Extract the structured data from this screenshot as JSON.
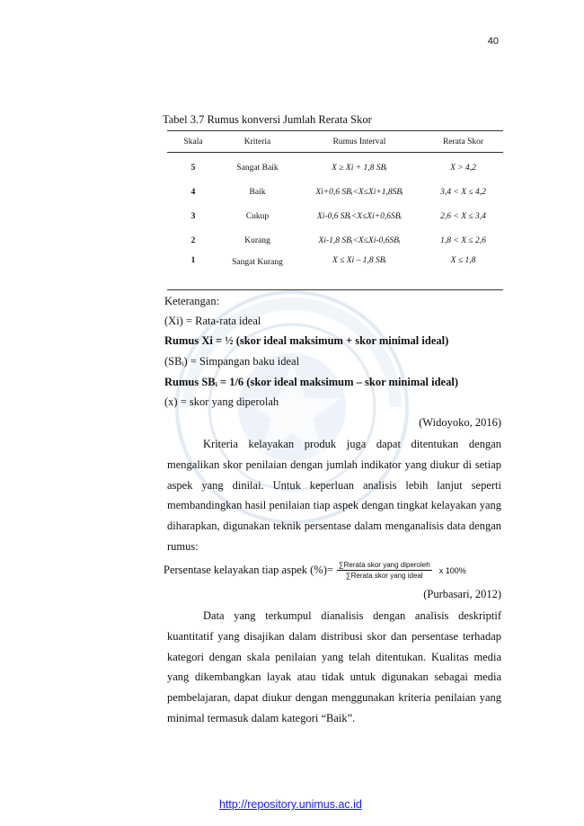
{
  "page_number": "40",
  "table": {
    "caption": "Tabel 3.7 Rumus konversi Jumlah Rerata Skor",
    "headers": [
      "Skala",
      "Kriteria",
      "Rumus Interval",
      "Rerata Skor"
    ],
    "rows": [
      {
        "skala": "5",
        "kriteria": "Sangat Baik",
        "rumus": "X ≥ Xi + 1,8 SBᵢ",
        "rerata": "X > 4,2"
      },
      {
        "skala": "4",
        "kriteria": "Baik",
        "rumus": "Xi+0,6 SBᵢ<X≤Xi+1,8SBᵢ",
        "rerata": "3,4 < X ≤ 4,2"
      },
      {
        "skala": "3",
        "kriteria": "Cukup",
        "rumus": "Xi-0,6 SBᵢ<X≤Xi+0,6SBᵢ",
        "rerata": "2,6 < X ≤ 3,4"
      },
      {
        "skala": "2",
        "kriteria": "Kurang",
        "rumus": "Xi-1,8 SBᵢ<X≤Xi-0,6SBᵢ",
        "rerata": "1,8 < X ≤ 2,6"
      },
      {
        "skala": "1",
        "kriteria": "Sangat Kurang",
        "rumus": "X ≤ Xi – 1,8 SBᵢ",
        "rerata": "X ≤ 1,8"
      }
    ]
  },
  "keterangan": {
    "heading": "Keterangan:",
    "xi_def": "(Xi) = Rata-rata ideal",
    "xi_formula": "Rumus Xi =  ½ (skor ideal maksimum + skor minimal ideal)",
    "sbi_def": "(SBᵢ) = Simpangan baku ideal",
    "sbi_formula": "Rumus SBᵢ = 1/6 (skor ideal maksimum – skor minimal ideal)",
    "x_def": "(x) = skor yang diperolah",
    "citation": "(Widoyoko, 2016)"
  },
  "paragraph1": "Kriteria kelayakan produk juga dapat ditentukan dengan mengalikan skor penilaian dengan jumlah indikator yang diukur di setiap aspek yang dinilai. Untuk keperluan analisis lebih lanjut seperti membandingkan hasil penilaian tiap aspek dengan tingkat kelayakan yang diharapkan, digunakan teknik persentase dalam menganalisis data dengan rumus:",
  "formula": {
    "label": "Persentase kelayakan tiap aspek (%)=",
    "numerator": "∑Rerata skor yang diperoleh",
    "denominator": "∑Rerata skor yang ideal",
    "multiplier": "x  100%"
  },
  "citation2": "(Purbasari, 2012)",
  "paragraph2": "Data yang terkumpul dianalisis dengan analisis deskriptif kuantitatif yang disajikan dalam distribusi skor dan persentase terhadap kategori dengan skala penilaian yang telah ditentukan. Kualitas media yang dikembangkan layak atau tidak untuk digunakan sebagai media pembelajaran, dapat diukur dengan menggunakan kriteria penilaian yang minimal termasuk dalam kategori “Baik”.",
  "footer_link": "http://repository.unimus.ac.id"
}
